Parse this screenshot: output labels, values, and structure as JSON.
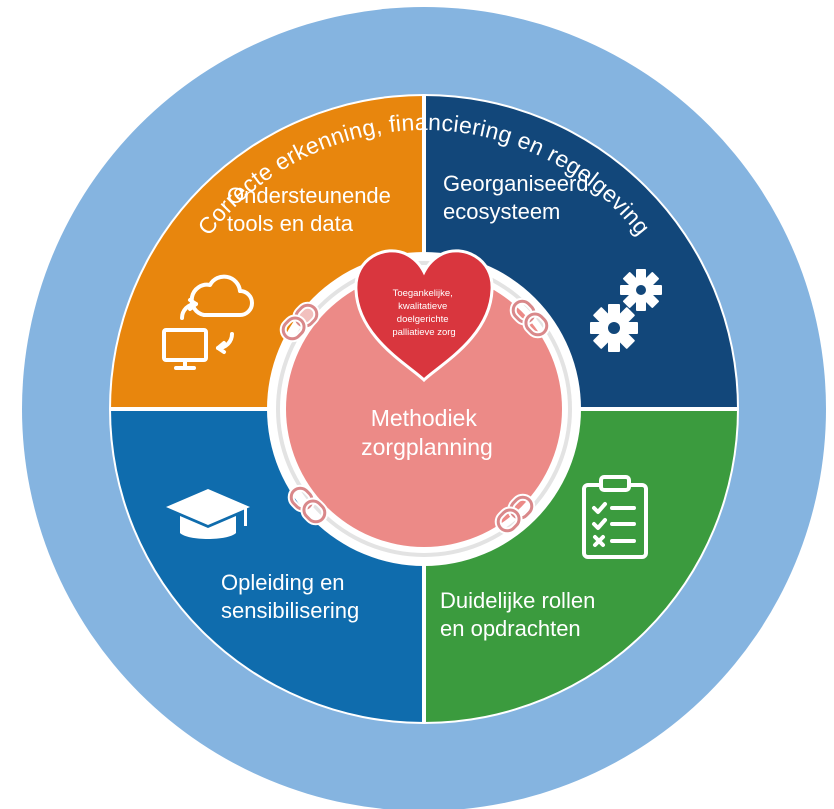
{
  "outer_ring": {
    "text": "Correcte erkenning, financiering en regelgeving",
    "color": "#85b4e0"
  },
  "quadrants": {
    "top_left": {
      "line1": "Ondersteunende",
      "line2": "tools en data",
      "color": "#e8860d",
      "icon": "cloud-computer-icon"
    },
    "top_right": {
      "line1": "Georganiseerd",
      "line2": "ecosysteem",
      "color": "#12477a",
      "icon": "gears-icon"
    },
    "bottom_left": {
      "line1": "Opleiding en",
      "line2": "sensibilisering",
      "color": "#0f6cad",
      "icon": "graduation-cap-icon"
    },
    "bottom_right": {
      "line1": "Duidelijke rollen",
      "line2": "en opdrachten",
      "color": "#3b9b3e",
      "icon": "clipboard-checklist-icon"
    }
  },
  "center": {
    "line1": "Methodiek",
    "line2": "zorgplanning",
    "color": "#ec8a87"
  },
  "heart": {
    "lines": [
      "Toegankelijke,",
      "kwalitatieve",
      "doelgerichte",
      "palliatieve zorg"
    ],
    "color": "#d9363e"
  },
  "links_icon": "chain-link-icon"
}
